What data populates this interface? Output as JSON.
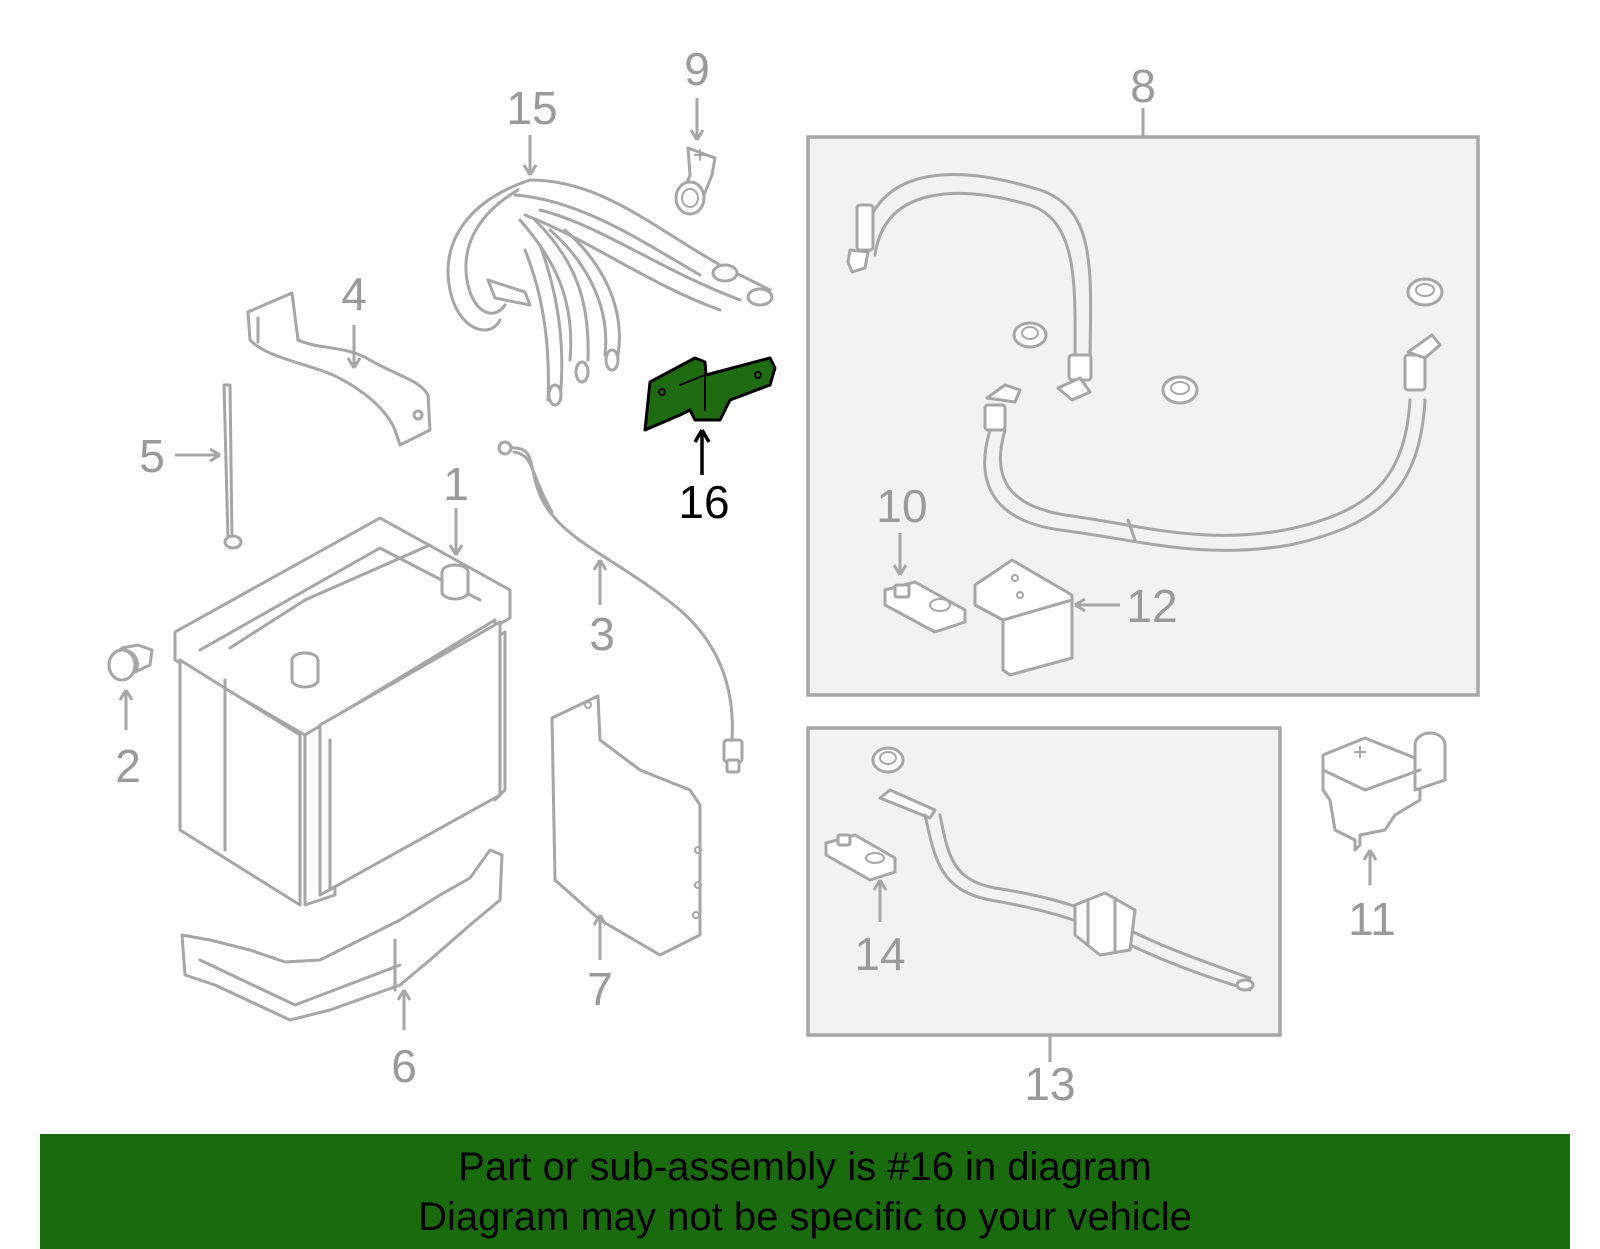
{
  "diagram": {
    "callouts": {
      "c1": "1",
      "c2": "2",
      "c3": "3",
      "c4": "4",
      "c5": "5",
      "c6": "6",
      "c7": "7",
      "c8": "8",
      "c9": "9",
      "c10": "10",
      "c11": "11",
      "c12": "12",
      "c13": "13",
      "c14": "14",
      "c15": "15",
      "c16": "16"
    },
    "highlighted_part": "16",
    "highlight_color": "#1e6b12",
    "line_color": "#a6a6a6",
    "box_fill": "#f2f2f2"
  },
  "footer": {
    "line1": "Part or sub-assembly is #16 in diagram",
    "line2": "Diagram may not be specific to your vehicle",
    "background": "#1a6b0e"
  }
}
